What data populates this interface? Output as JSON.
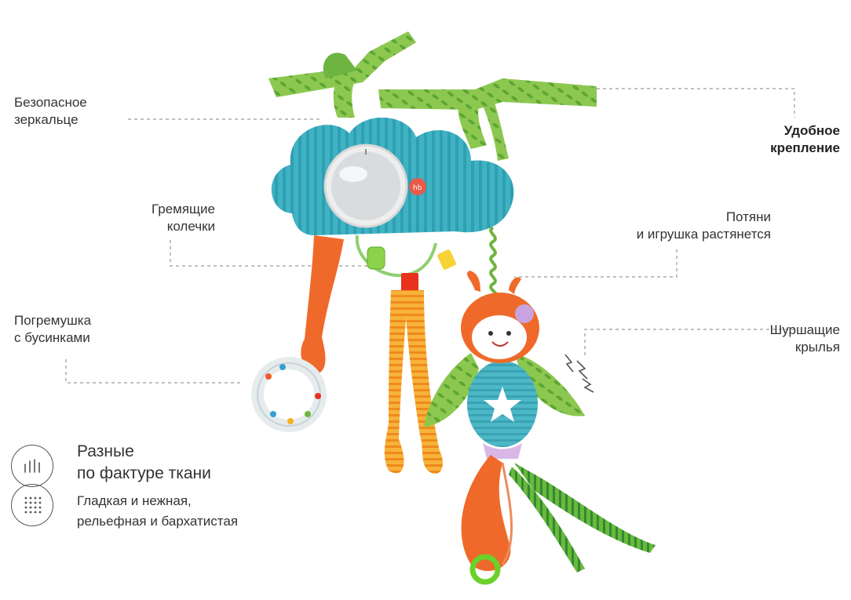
{
  "labels": {
    "mirror": [
      "Безопасное",
      "зеркальце"
    ],
    "mount": [
      "Удобное",
      "крепление"
    ],
    "rings": [
      "Гремящие",
      "колечки"
    ],
    "stretch": [
      "Потяни",
      "и игрушка растянется"
    ],
    "rattle": [
      "Погремушка",
      "с бусинками"
    ],
    "wings": [
      "Шуршащие",
      "крылья"
    ]
  },
  "feature": {
    "title": [
      "Разные",
      "по фактуре ткани"
    ],
    "description": [
      "Гладкая и нежная,",
      "рельефная и бархатистая"
    ],
    "icons": [
      "ribbed-texture-icon",
      "dotted-texture-icon"
    ]
  },
  "colors": {
    "cloud": "#3fb3c4",
    "ribbon_green": "#7cc04a",
    "orange": "#ef6a2a",
    "stripe_yellow": "#f4a21f",
    "text": "#333333"
  }
}
